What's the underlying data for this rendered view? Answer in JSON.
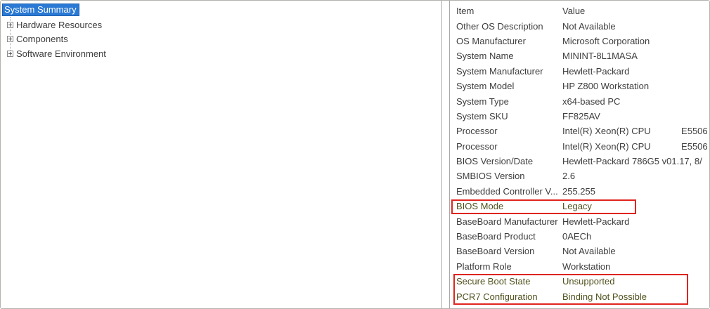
{
  "colors": {
    "selection_blue": "#2a79d4",
    "annotation_red": "#e0241e",
    "highlight_text_olive": "#51511e",
    "window_border": "#b2b2ae"
  },
  "icons": {
    "expand": "plus-box-icon"
  },
  "tree": {
    "selected": {
      "label": "System Summary"
    },
    "items": [
      {
        "label": "Hardware Resources"
      },
      {
        "label": "Components"
      },
      {
        "label": "Software Environment"
      }
    ]
  },
  "details": {
    "columns": {
      "item": "Item",
      "value": "Value"
    },
    "rows": [
      {
        "item": "Other OS Description",
        "value": "Not Available"
      },
      {
        "item": "OS Manufacturer",
        "value": "Microsoft Corporation"
      },
      {
        "item": "System Name",
        "value": "MININT-8L1MASA"
      },
      {
        "item": "System Manufacturer",
        "value": "Hewlett-Packard"
      },
      {
        "item": "System Model",
        "value": "HP Z800 Workstation"
      },
      {
        "item": "System Type",
        "value": "x64-based PC"
      },
      {
        "item": "System SKU",
        "value": "FF825AV"
      },
      {
        "item": "Processor",
        "value": "Intel(R) Xeon(R) CPU            E5506"
      },
      {
        "item": "Processor",
        "value": "Intel(R) Xeon(R) CPU            E5506"
      },
      {
        "item": "BIOS Version/Date",
        "value": "Hewlett-Packard 786G5 v01.17, 8/"
      },
      {
        "item": "SMBIOS Version",
        "value": "2.6"
      },
      {
        "item": "Embedded Controller V...",
        "value": "255.255"
      },
      {
        "item": "BIOS Mode",
        "value": "Legacy"
      },
      {
        "item": "BaseBoard Manufacturer",
        "value": "Hewlett-Packard"
      },
      {
        "item": "BaseBoard Product",
        "value": "0AECh"
      },
      {
        "item": "BaseBoard Version",
        "value": "Not Available"
      },
      {
        "item": "Platform Role",
        "value": "Workstation"
      },
      {
        "item": "Secure Boot State",
        "value": "Unsupported"
      },
      {
        "item": "PCR7 Configuration",
        "value": "Binding Not Possible"
      }
    ]
  }
}
